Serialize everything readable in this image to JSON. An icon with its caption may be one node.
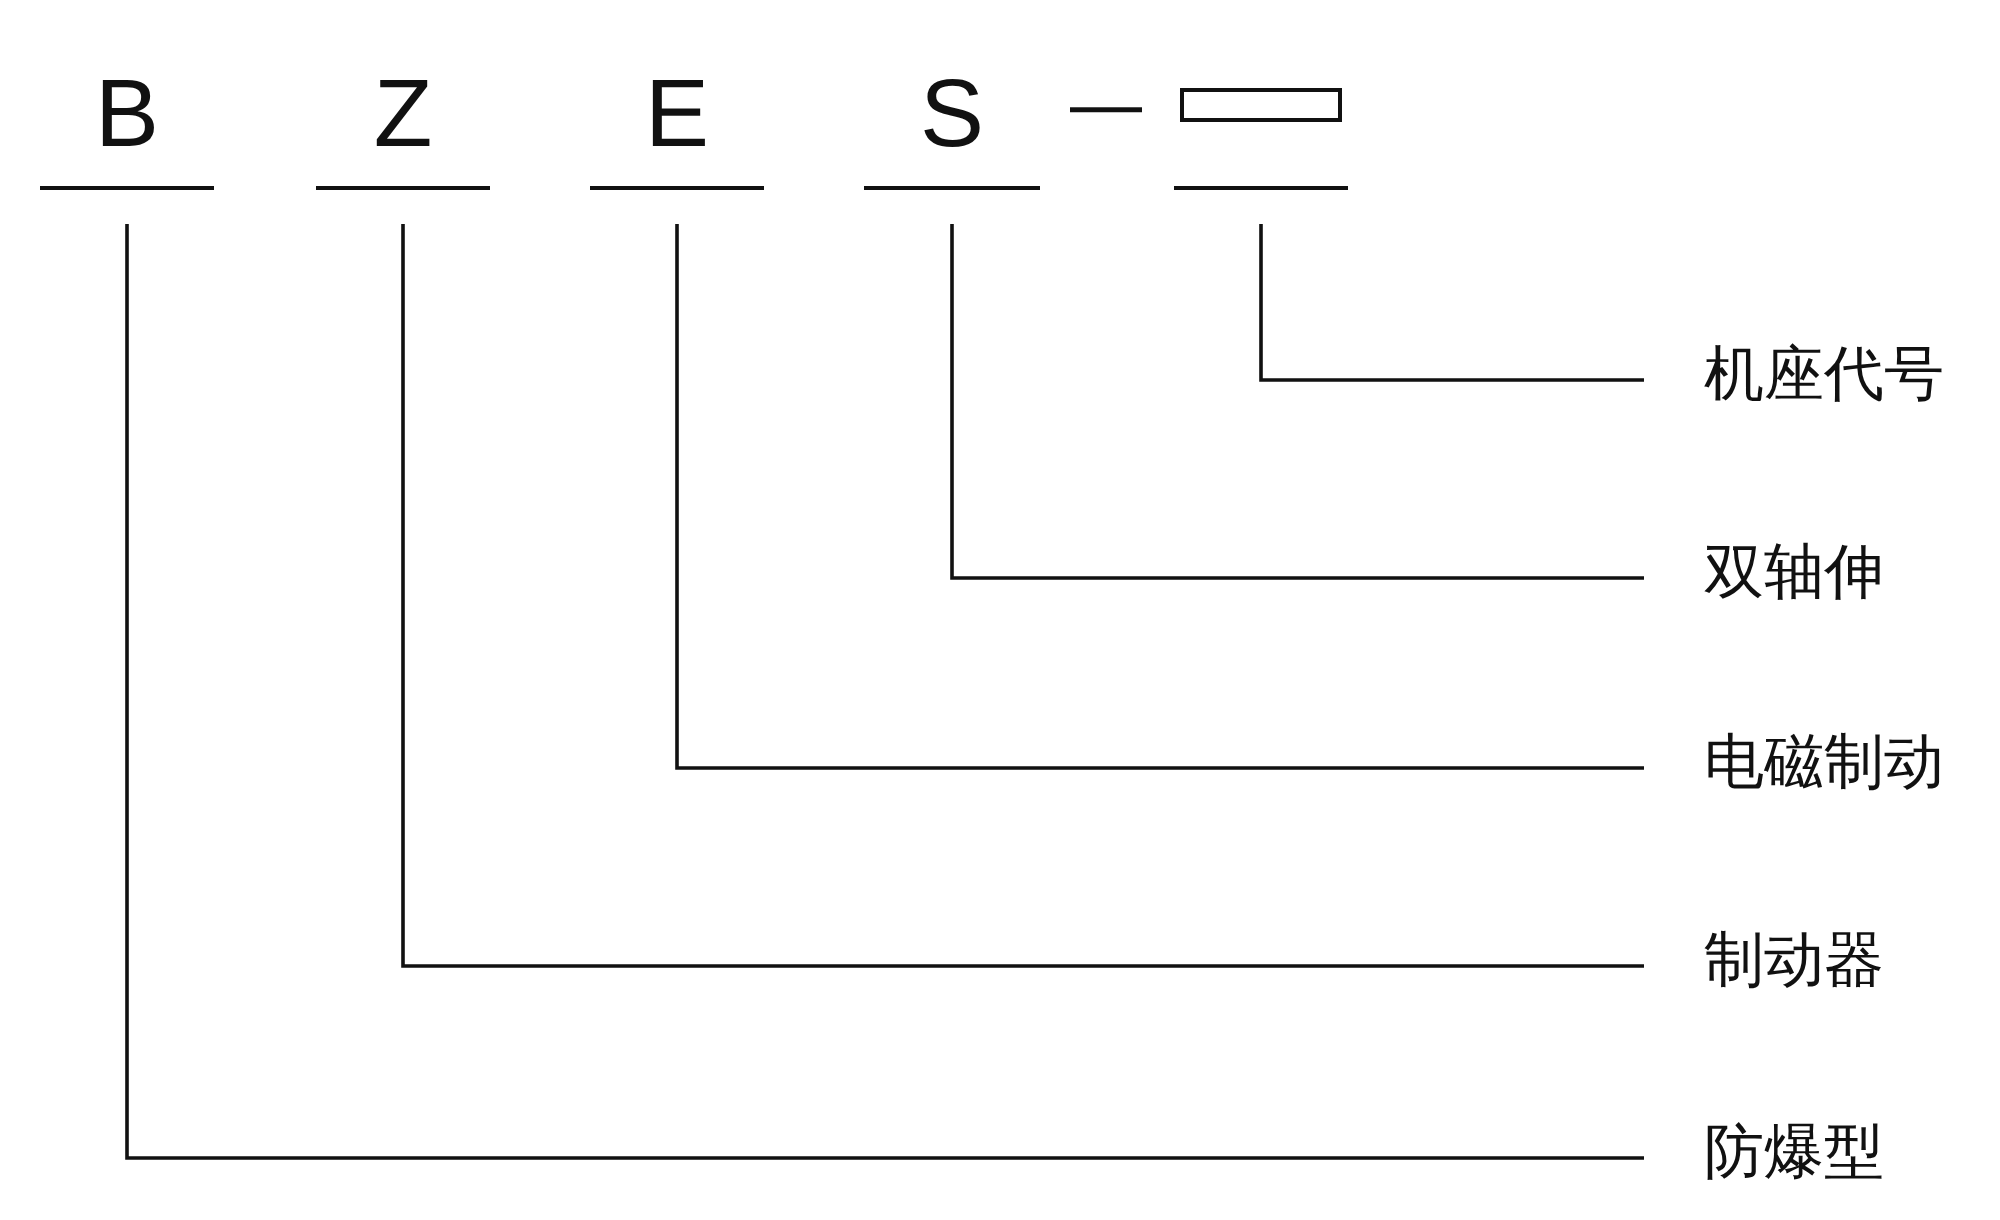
{
  "diagram": {
    "nodes": [
      {
        "text": [
          "B"
        ]
      },
      {
        "text": [
          "Z"
        ]
      },
      {
        "text": [
          "E"
        ]
      },
      {
        "text": [
          "S"
        ]
      },
      {
        "text": [],
        "shape": "box"
      },
      {
        "text": [
          "机座代号"
        ]
      },
      {
        "text": [
          "双轴伸"
        ]
      },
      {
        "text": [
          "电磁制动"
        ]
      },
      {
        "text": [
          "制动器"
        ]
      },
      {
        "text": [
          "防爆型"
        ]
      }
    ],
    "edges": [
      {
        "from": 4,
        "to": 5,
        "arrow": "none"
      },
      {
        "from": 3,
        "to": 6,
        "arrow": "none"
      },
      {
        "from": 2,
        "to": 7,
        "arrow": "none"
      },
      {
        "from": 1,
        "to": 8,
        "arrow": "none"
      },
      {
        "from": 0,
        "to": 9,
        "arrow": "none"
      }
    ],
    "labels": [
      "—"
    ]
  }
}
